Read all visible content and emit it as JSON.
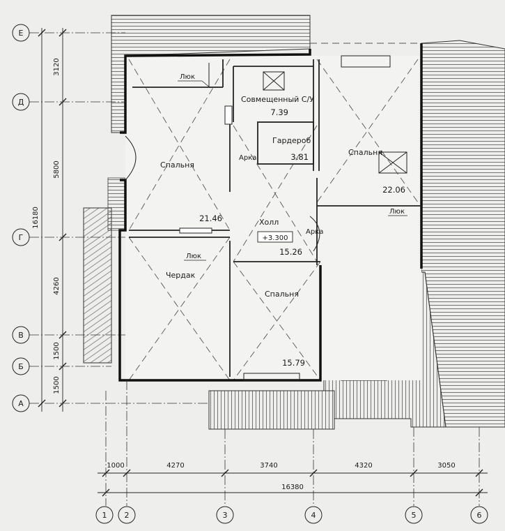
{
  "axes": {
    "letters": [
      "Е",
      "Д",
      "Г",
      "В",
      "Б",
      "А"
    ],
    "numbers": [
      "1",
      "2",
      "3",
      "4",
      "5",
      "6"
    ]
  },
  "dimensions": {
    "vertical": [
      "3120",
      "5800",
      "4260",
      "1500",
      "1500"
    ],
    "vertical_total": "16180",
    "horizontal": [
      "1000",
      "4270",
      "3740",
      "4320",
      "3050"
    ],
    "horizontal_total": "16380"
  },
  "rooms": {
    "bath_label": "Совмещенный С/У",
    "bath_area": "7.39",
    "wardrobe_label": "Гардероб",
    "wardrobe_area": "3.81",
    "bedroom_right_label": "Спальня",
    "bedroom_right_area": "22.06",
    "bedroom_left_label": "Спальня",
    "bedroom_left_area": "21.46",
    "hall_label": "Холл",
    "hall_level": "+3.300",
    "hall_area": "15.26",
    "attic_label": "Чердак",
    "bedroom_bottom_label": "Спальня",
    "bedroom_bottom_area": "15.79"
  },
  "tags": {
    "hatch_top": "Люк",
    "hatch_mid": "Люк",
    "hatch_stair": "Люк",
    "arch_left": "Арка",
    "arch_right": "Арка"
  }
}
